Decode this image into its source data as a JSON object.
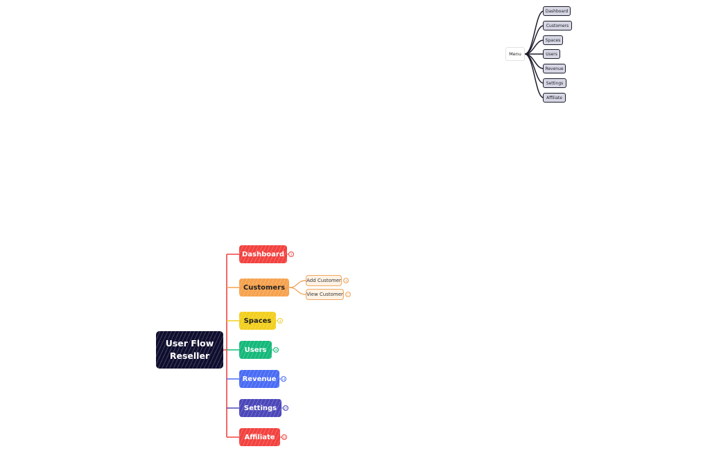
{
  "diagram": {
    "root": {
      "title_line1": "User Flow",
      "title_line2": "Reseller"
    },
    "branches": [
      {
        "label": "Dashboard",
        "count": "3",
        "color": "#f2423f"
      },
      {
        "label": "Customers",
        "count": "",
        "color": "#f6a24e",
        "children": [
          {
            "label": "Add Customer",
            "count": "16"
          },
          {
            "label": "View Customer",
            "count": "17"
          }
        ]
      },
      {
        "label": "Spaces",
        "count": "4",
        "color": "#f2cf1e"
      },
      {
        "label": "Users",
        "count": "20",
        "color": "#15b87a"
      },
      {
        "label": "Revenue",
        "count": "14",
        "color": "#4a6cf4"
      },
      {
        "label": "Settings",
        "count": "27",
        "color": "#4b47b9"
      },
      {
        "label": "Affiliate",
        "count": "12",
        "color": "#f2423f"
      }
    ],
    "menu": {
      "label": "Menu",
      "items": [
        "Dashboard",
        "Customers",
        "Spaces",
        "Users",
        "Revenue",
        "Settings",
        "Affiliate"
      ]
    }
  }
}
